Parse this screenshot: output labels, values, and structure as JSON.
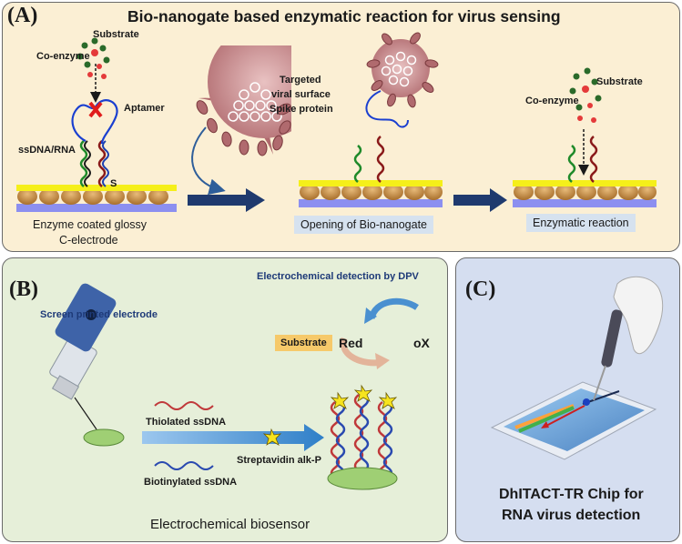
{
  "panel_a": {
    "label": "(A)",
    "title": "Bio-nanogate based enzymatic reaction for virus sensing",
    "substrate_1": "Substrate",
    "coenzyme_1": "Co-enzyme",
    "aptamer": "Aptamer",
    "ssdna_rna": "ssDNA/RNA",
    "s_label": "S",
    "enzyme_coated_line1": "Enzyme coated glossy",
    "enzyme_coated_line2": "C-electrode",
    "targeted_line1": "Targeted",
    "targeted_line2": "viral surface",
    "targeted_line3": "Spike protein",
    "opening": "Opening of Bio-nanogate",
    "substrate_2": "Substrate",
    "coenzyme_2": "Co-enzyme",
    "enzymatic_reaction": "Enzymatic reaction"
  },
  "panel_b": {
    "label": "(B)",
    "dpv_title": "Electrochemical detection by DPV",
    "screen_printed": "Screen printed electrode",
    "substrate": "Substrate",
    "red": "Red",
    "ox": "oX",
    "thiolated": "Thiolated ssDNA",
    "biotinylated": "Biotinylated ssDNA",
    "streptavidin": "Streptavidin alk-P",
    "caption": "Electrochemical biosensor"
  },
  "panel_c": {
    "label": "(C)",
    "caption_line1": "DhITACT-TR Chip for",
    "caption_line2": "RNA virus detection"
  },
  "colors": {
    "panel_a_bg": "#fbefd4",
    "panel_b_bg": "#e6efd9",
    "panel_c_bg": "#d5def0",
    "electrode_yellow": "#f5ef1a",
    "electrode_blue": "#8c8ff0",
    "enzyme_tan": "#c9914a",
    "arrow_navy": "#1f3a6e",
    "virus_pink": "#c98a8a",
    "cross_red": "#e01b1b"
  }
}
